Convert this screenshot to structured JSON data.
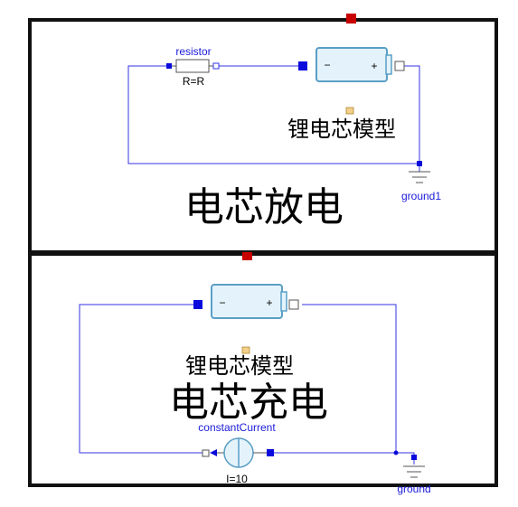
{
  "discharge": {
    "title": "电芯放电",
    "battery_label": "锂电芯模型",
    "resistor_name": "resistor",
    "resistor_param": "R=R",
    "ground_name": "ground1",
    "battery_minus": "−",
    "battery_plus": "+"
  },
  "charge": {
    "title": "电芯充电",
    "battery_label": "锂电芯模型",
    "source_name": "constantCurrent",
    "source_param": "I=10",
    "ground_name": "ground",
    "battery_minus": "−",
    "battery_plus": "+"
  },
  "colors": {
    "wire": "#3333e6",
    "port": "#0a0adc",
    "battery_fill": "#e4f3fb",
    "battery_stroke": "#5a9fc6",
    "connector": "#c80000",
    "frame": "#111111"
  }
}
